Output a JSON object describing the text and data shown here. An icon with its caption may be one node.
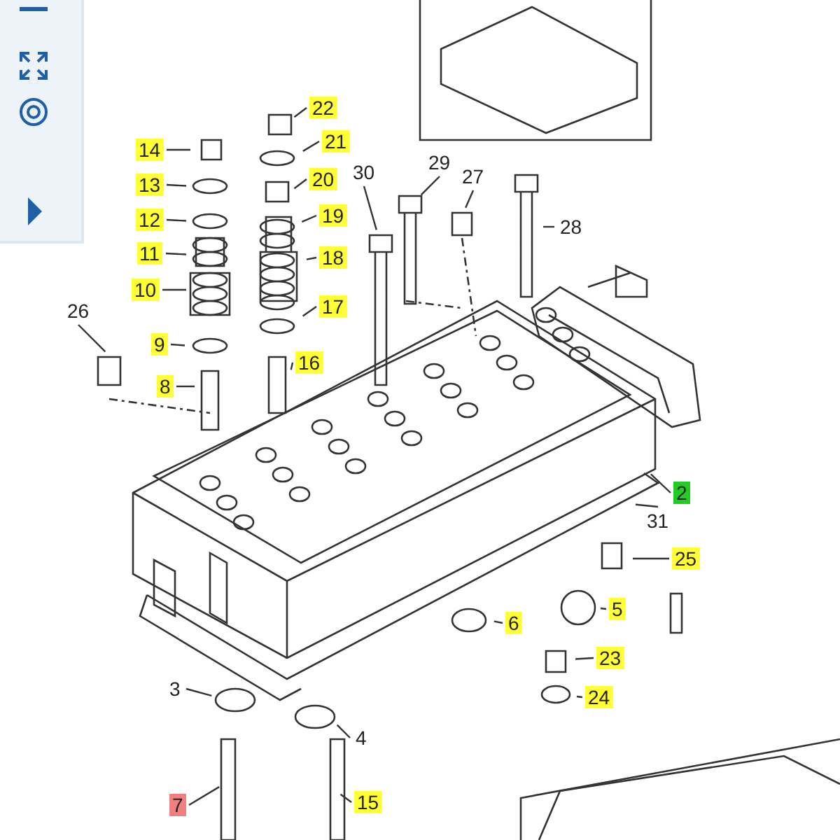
{
  "diagram": {
    "nodes": [
      {
        "text": [
          "22"
        ]
      },
      {
        "text": [
          "14"
        ]
      },
      {
        "text": [
          "21"
        ]
      },
      {
        "text": [
          "13"
        ]
      },
      {
        "text": [
          "20"
        ]
      },
      {
        "text": [
          "12"
        ]
      },
      {
        "text": [
          "19"
        ]
      },
      {
        "text": [
          "30"
        ]
      },
      {
        "text": [
          "29"
        ]
      },
      {
        "text": [
          "27"
        ]
      },
      {
        "text": [
          "28"
        ]
      },
      {
        "text": [
          "11"
        ]
      },
      {
        "text": [
          "18"
        ]
      },
      {
        "text": [
          "10"
        ]
      },
      {
        "text": [
          "17"
        ]
      },
      {
        "text": [
          "26"
        ]
      },
      {
        "text": [
          "9"
        ]
      },
      {
        "text": [
          "16"
        ]
      },
      {
        "text": [
          "8"
        ]
      },
      {
        "text": [
          "2"
        ]
      },
      {
        "text": [
          "31"
        ]
      },
      {
        "text": [
          "25"
        ]
      },
      {
        "text": [
          "6"
        ]
      },
      {
        "text": [
          "5"
        ]
      },
      {
        "text": [
          "23"
        ]
      },
      {
        "text": [
          "3"
        ]
      },
      {
        "text": [
          "24"
        ]
      },
      {
        "text": [
          "4"
        ]
      },
      {
        "text": [
          "7"
        ]
      },
      {
        "text": [
          "15"
        ]
      }
    ],
    "edges": [
      {
        "from": 0,
        "to": null,
        "arrow": "none"
      },
      {
        "from": 1,
        "to": null,
        "arrow": "none"
      },
      {
        "from": 2,
        "to": null,
        "arrow": "none"
      },
      {
        "from": 3,
        "to": null,
        "arrow": "none"
      },
      {
        "from": 4,
        "to": null,
        "arrow": "none"
      },
      {
        "from": 5,
        "to": null,
        "arrow": "none"
      },
      {
        "from": 6,
        "to": null,
        "arrow": "none"
      },
      {
        "from": 7,
        "to": null,
        "arrow": "none"
      },
      {
        "from": 8,
        "to": null,
        "arrow": "none"
      },
      {
        "from": 9,
        "to": null,
        "arrow": "none"
      },
      {
        "from": 10,
        "to": null,
        "arrow": "none"
      },
      {
        "from": 11,
        "to": null,
        "arrow": "none"
      },
      {
        "from": 12,
        "to": null,
        "arrow": "none"
      },
      {
        "from": 13,
        "to": null,
        "arrow": "none"
      },
      {
        "from": 14,
        "to": null,
        "arrow": "none"
      },
      {
        "from": 15,
        "to": null,
        "arrow": "none"
      },
      {
        "from": 16,
        "to": null,
        "arrow": "none"
      },
      {
        "from": 17,
        "to": null,
        "arrow": "none"
      },
      {
        "from": 18,
        "to": null,
        "arrow": "none"
      },
      {
        "from": 19,
        "to": null,
        "arrow": "none"
      },
      {
        "from": 20,
        "to": null,
        "arrow": "none"
      },
      {
        "from": 21,
        "to": null,
        "arrow": "none"
      },
      {
        "from": 22,
        "to": null,
        "arrow": "none"
      },
      {
        "from": 23,
        "to": null,
        "arrow": "none"
      },
      {
        "from": 24,
        "to": null,
        "arrow": "none"
      },
      {
        "from": 25,
        "to": null,
        "arrow": "none"
      },
      {
        "from": 26,
        "to": null,
        "arrow": "none"
      },
      {
        "from": 27,
        "to": null,
        "arrow": "none"
      },
      {
        "from": 28,
        "to": null,
        "arrow": "none"
      },
      {
        "from": 29,
        "to": null,
        "arrow": "none"
      }
    ]
  }
}
